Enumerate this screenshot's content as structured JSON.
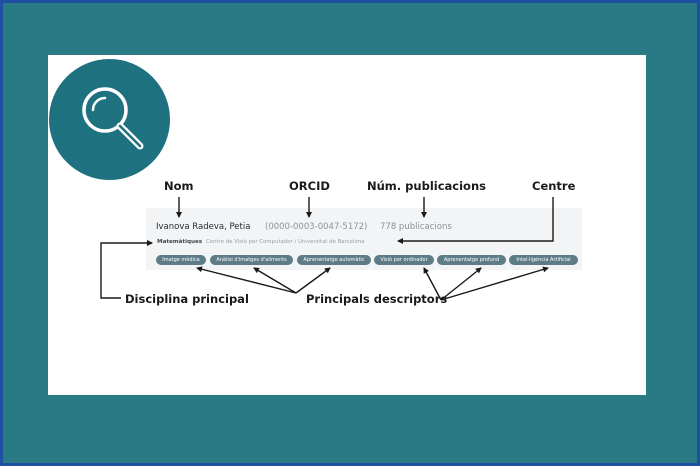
{
  "labels": {
    "nom": "Nom",
    "orcid": "ORCID",
    "num_publicacions": "Núm. publicacions",
    "centre": "Centre",
    "disciplina_principal": "Disciplina principal",
    "principals_descriptors": "Principals descriptors"
  },
  "record": {
    "name": "Ivanova Radeva, Petia",
    "orcid": "(0000-0003-0047-5172)",
    "publications": "778 publicacions",
    "discipline": "Matemàtiques",
    "centre": "Centre de Visió per Computador / Universitat de Barcelona",
    "descriptors": [
      "Imatge mèdica",
      "Anàlisi d'imatges d'aliments",
      "Aprenentatge automàtic",
      "Visió per ordinador",
      "Aprenentatge profund",
      "Intel·ligència Artificial"
    ]
  },
  "colors": {
    "background": "#2a7a86",
    "border": "#1f4fa0",
    "icon_circle": "#1e7280",
    "chip": "#5e7c87"
  },
  "icons": [
    "search-icon"
  ]
}
